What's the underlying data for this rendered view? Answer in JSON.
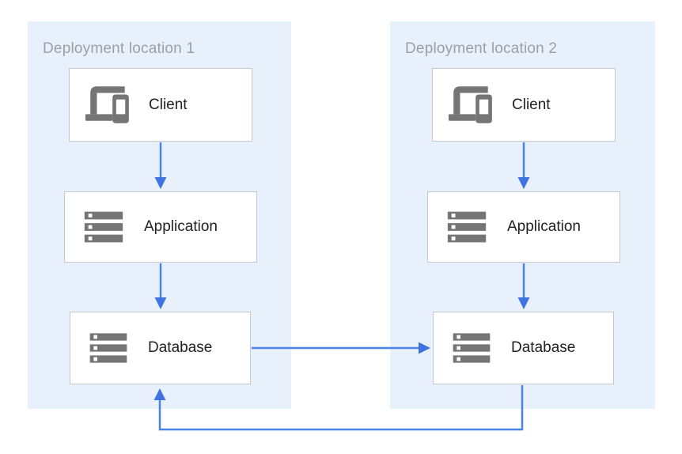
{
  "diagram": {
    "locations": [
      {
        "title": "Deployment location 1",
        "nodes": [
          {
            "label": "Client",
            "icon": "devices-icon"
          },
          {
            "label": "Application",
            "icon": "storage-icon"
          },
          {
            "label": "Database",
            "icon": "storage-icon"
          }
        ]
      },
      {
        "title": "Deployment location 2",
        "nodes": [
          {
            "label": "Client",
            "icon": "devices-icon"
          },
          {
            "label": "Application",
            "icon": "storage-icon"
          },
          {
            "label": "Database",
            "icon": "storage-icon"
          }
        ]
      }
    ],
    "connections": [
      {
        "from": "client-1",
        "to": "application-1",
        "direction": "down"
      },
      {
        "from": "application-1",
        "to": "database-1",
        "direction": "down"
      },
      {
        "from": "client-2",
        "to": "application-2",
        "direction": "down"
      },
      {
        "from": "application-2",
        "to": "database-2",
        "direction": "down"
      },
      {
        "from": "database-1",
        "to": "database-2",
        "direction": "right"
      },
      {
        "from": "database-2",
        "to": "database-1",
        "direction": "loop-under-bottom"
      }
    ],
    "colors": {
      "panel_bg": "#E8F1FB",
      "arrow_line": "#4A82EC",
      "arrow_head": "#4173E0",
      "box_border": "#C4C8CB",
      "icon_gray": "#757575",
      "title_text": "#9AA0A6",
      "label_text": "#212121"
    }
  }
}
